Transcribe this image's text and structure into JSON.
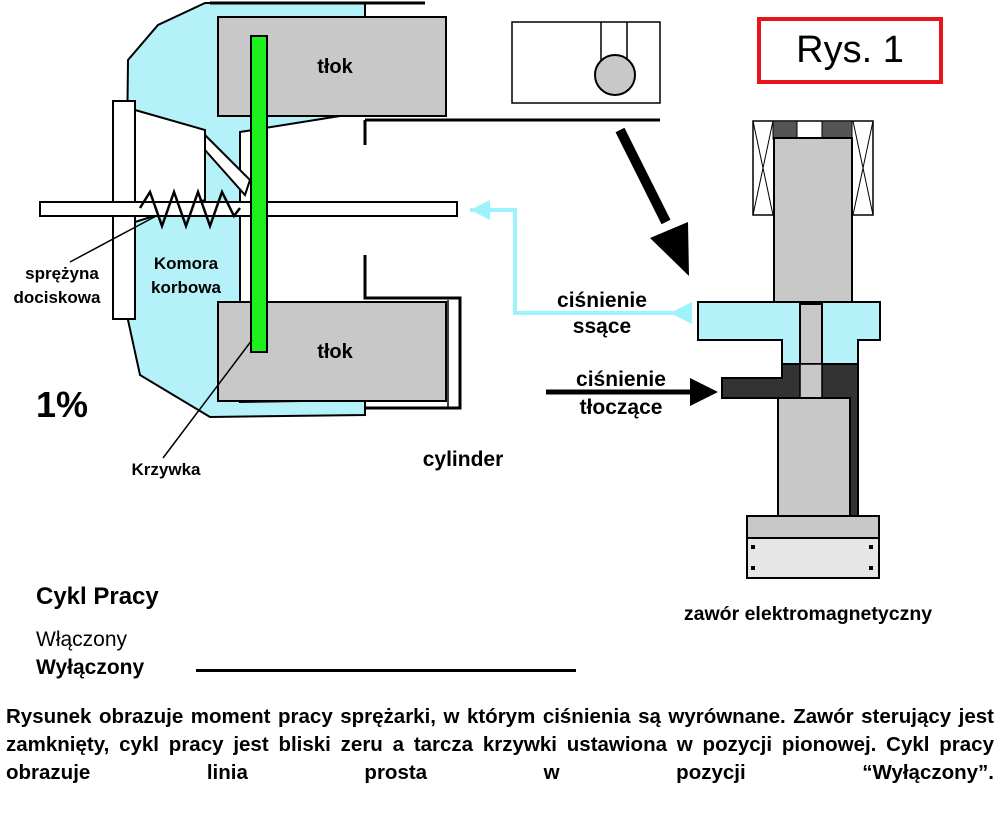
{
  "figure_label": "Rys. 1",
  "labels": {
    "piston_top": "tłok",
    "piston_bottom": "tłok",
    "spring": [
      "sprężyna",
      "dociskowa"
    ],
    "crank_chamber": [
      "Komora",
      "korbowa"
    ],
    "cam": "Krzywka",
    "cylinder": "cylinder",
    "suction_pressure": [
      "ciśnienie",
      "ssące"
    ],
    "discharge_pressure": [
      "ciśnienie",
      "tłoczące"
    ],
    "valve": "zawór elektromagnetyczny",
    "percent": "1%"
  },
  "cycle": {
    "title": "Cykl Pracy",
    "on": "Włączony",
    "off": "Wyłączony",
    "level": "off"
  },
  "description": "Rysunek obrazuje moment pracy sprężarki, w którym ciśnienia są wyrównane. Zawór sterujący jest zamknięty, cykl pracy jest bliski zeru a tarcza krzywki ustawiona w pozycji pionowej. Cykl pracy obrazuje linia prosta w pozycji “Wyłączony”.",
  "colors": {
    "chamber": "#b5f1f8",
    "cam_plate": "#1ef01e",
    "piston": "#c8c8c8",
    "suction_line": "#9cf3fb",
    "discharge": "#333333",
    "title_border": "#e8131b"
  }
}
